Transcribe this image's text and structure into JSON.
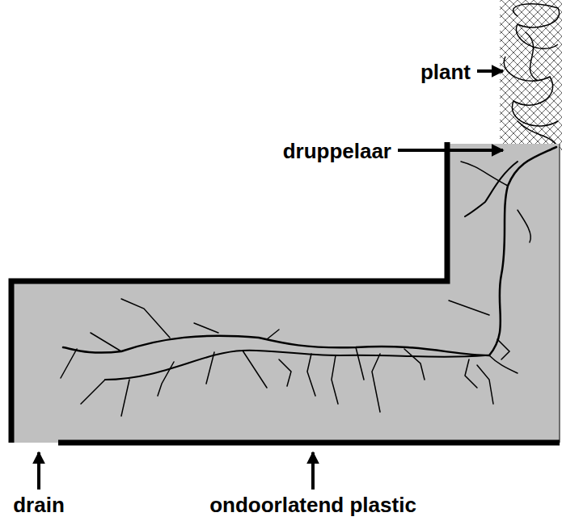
{
  "diagram": {
    "labels": [
      "plant",
      "druppelaar",
      "drain",
      "ondoorlatend plastic"
    ]
  }
}
